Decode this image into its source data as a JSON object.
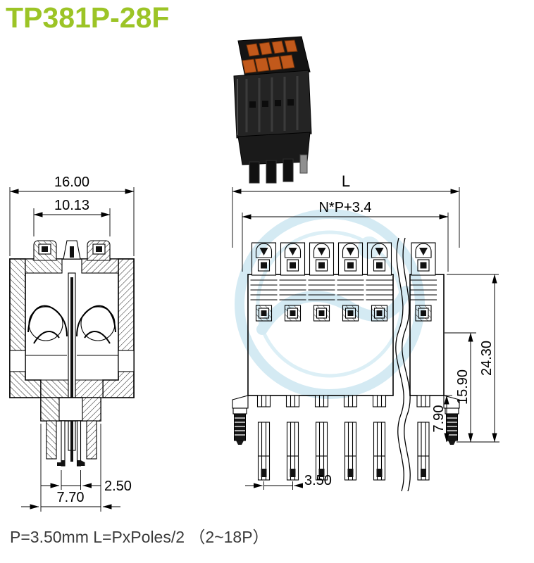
{
  "title": "TP381P-28F",
  "note": "P=3.50mm L=PxPoles/2 （2~18P）",
  "colors": {
    "title": "#9cc426",
    "drawing_line": "#000000",
    "watermark": "#a9d6e8",
    "lever_orange": "#c2591b",
    "housing_black": "#1c1c1c"
  },
  "section_view": {
    "dim_overall_width": "16.00",
    "dim_latch_span": "10.13",
    "dim_pin_span": "2.50",
    "dim_base_width": "7.70"
  },
  "front_view": {
    "dim_overall_length": "L",
    "dim_pole_formula": "N*P+3.4",
    "dim_total_height": "24.30",
    "dim_mid_height": "15.90",
    "dim_lower_height": "7.90",
    "dim_pitch": "3.50"
  }
}
